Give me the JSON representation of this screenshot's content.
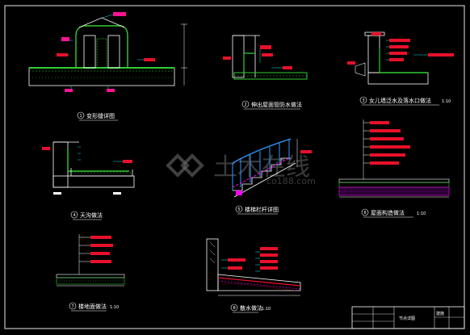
{
  "colors": {
    "background": "#000000",
    "frame": "#e6e6e6",
    "structure": "#ffffff",
    "hatch": "#33cc33",
    "leader": "#00e5e5",
    "tag": "#e8102a",
    "tag_alt": "#ff1493",
    "railing": "#3399ff",
    "highlight": "#ff00ff",
    "watermark": "#6b6b6b"
  },
  "watermark": {
    "cn": "土木在线",
    "en": "co188.com"
  },
  "details": [
    {
      "id": "d1",
      "num": "1",
      "caption": "变形缝详图"
    },
    {
      "id": "d2",
      "num": "2",
      "caption": "伸出屋面管防水做法"
    },
    {
      "id": "d3",
      "num": "3",
      "caption": "女儿墙泛水及落水口做法",
      "scale": "1:10"
    },
    {
      "id": "d4",
      "num": "4",
      "caption": "天沟做法"
    },
    {
      "id": "d5",
      "num": "5",
      "caption": "楼梯栏杆详图"
    },
    {
      "id": "d6",
      "num": "6",
      "caption": "屋面构造做法",
      "scale": "1:10"
    },
    {
      "id": "d7",
      "num": "7",
      "caption": "楼地面做法",
      "scale": "1:10"
    },
    {
      "id": "d8",
      "num": "8",
      "caption": "散水做法",
      "scale": "1:10"
    }
  ],
  "title_block": {
    "drawing_name": "节点详图",
    "sheet_no": "建施"
  }
}
